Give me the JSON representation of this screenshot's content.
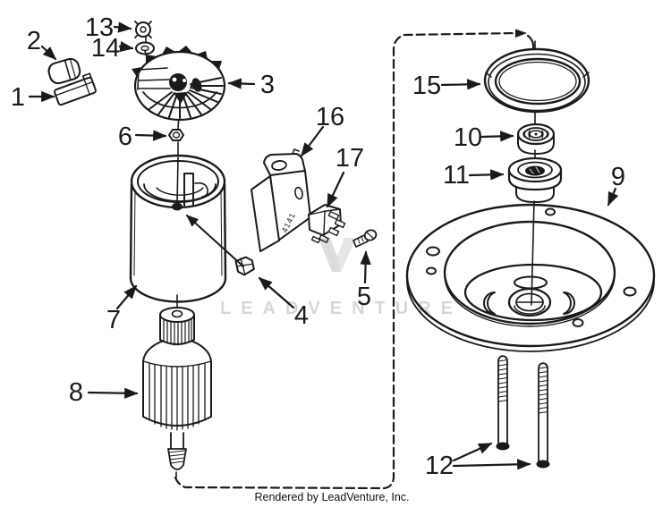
{
  "colors": {
    "background": "#ffffff",
    "ink": "#1a1a1a",
    "watermark": "#d7d7d7"
  },
  "callouts": {
    "c1": "1",
    "c2": "2",
    "c3": "3",
    "c4": "4",
    "c5": "5",
    "c6": "6",
    "c7": "7",
    "c8": "8",
    "c9": "9",
    "c10": "10",
    "c11": "11",
    "c12": "12",
    "c13": "13",
    "c14": "14",
    "c15": "15",
    "c16": "16",
    "c17": "17"
  },
  "markings": {
    "bracket_stamp": "4141"
  },
  "watermark": {
    "text": "LEADVENTURE"
  },
  "footer": {
    "text": "Rendered by LeadVenture, Inc."
  }
}
